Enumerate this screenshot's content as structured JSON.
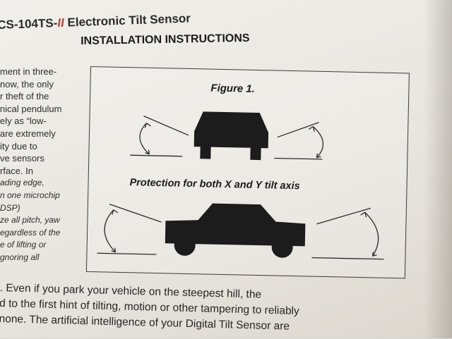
{
  "header": {
    "product_prefix": "CS-104TS-",
    "product_suffix": "II",
    "product_name": " Electronic Tilt Sensor",
    "section_title": "INSTALLATION INSTRUCTIONS"
  },
  "left_column": [
    "ment in three-",
    "now, the only",
    "r theft of the",
    "nical pendulum",
    "ely as “low-",
    "are extremely",
    "ity due to",
    "ve sensors",
    "rface. In",
    "ading edge,",
    "n one microchip",
    "DSP)",
    "ze all pitch, yaw",
    "egardless of the",
    "e of lifting or",
    "gnoring all"
  ],
  "figure": {
    "title": "Figure 1.",
    "caption": "Protection for both X and Y tilt axis"
  },
  "bottom_text": [
    ". Even if you park your vehicle on the steepest hill, the",
    "d to the first hint of tilting, motion or other tampering to reliably",
    "none. The artificial intelligence of your Digital Tilt Sensor are"
  ],
  "colors": {
    "ink": "#1a1a1a",
    "accent_red": "#b0413a",
    "paper": "#ece9e3"
  }
}
